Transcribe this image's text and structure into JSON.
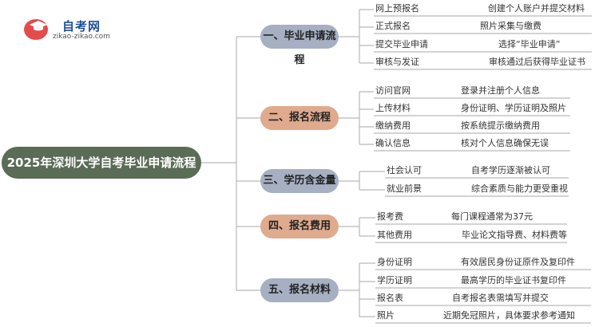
{
  "logo": {
    "title": "自考网",
    "url": "zikao-zikao.com"
  },
  "root": "2025年深圳大学自考毕业申请流程",
  "sections": [
    {
      "label": "一、毕业申请流程",
      "items": [
        {
          "name": "网上预报名",
          "desc": "创建个人账户并提交材料"
        },
        {
          "name": "正式报名",
          "desc": "照片采集与缴费"
        },
        {
          "name": "提交毕业申请",
          "desc": "选择“毕业申请”"
        },
        {
          "name": "审核与发证",
          "desc": "审核通过后获得毕业证书"
        }
      ]
    },
    {
      "label": "二、报名流程",
      "items": [
        {
          "name": "访问官网",
          "desc": "登录并注册个人信息"
        },
        {
          "name": "上传材料",
          "desc": "身份证明、学历证明及照片"
        },
        {
          "name": "缴纳费用",
          "desc": "按系统提示缴纳费用"
        },
        {
          "name": "确认信息",
          "desc": "核对个人信息确保无误"
        }
      ]
    },
    {
      "label": "三、学历含金量",
      "items": [
        {
          "name": "社会认可",
          "desc": "自考学历逐渐被认可"
        },
        {
          "name": "就业前景",
          "desc": "综合素质与能力更受重视"
        }
      ]
    },
    {
      "label": "四、报名费用",
      "items": [
        {
          "name": "报考费",
          "desc": "每门课程通常为37元"
        },
        {
          "name": "其他费用",
          "desc": "毕业论文指导费、材料费等"
        }
      ]
    },
    {
      "label": "五、报名材料",
      "items": [
        {
          "name": "身份证明",
          "desc": "有效居民身份证原件及复印件"
        },
        {
          "name": "学历证明",
          "desc": "最高学历的毕业证书复印件"
        },
        {
          "name": "报名表",
          "desc": "自考报名表需填写并提交"
        },
        {
          "name": "照片",
          "desc": "近期免冠照片，具体要求参考通知"
        }
      ]
    }
  ],
  "colors": {
    "root": "#5a6b56",
    "sec_gray": "#a6b0c2",
    "sec_tan": "#dfaa8e",
    "line": "#b9b9b9"
  }
}
